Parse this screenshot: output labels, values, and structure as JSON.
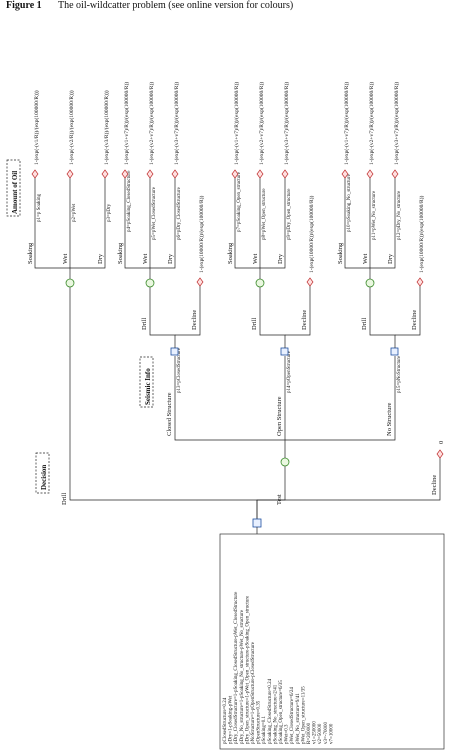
{
  "caption": {
    "label": "Figure 1",
    "text": "The oil-wildcatter problem (see online version for colours)"
  },
  "root_node": "decision",
  "tree_headers": {
    "decision": "Decision",
    "seismic": "Seismic Info",
    "amount": "Amount of Oil"
  },
  "decision_branches": {
    "drill": "Drill",
    "test": "Test",
    "decline": "Decline",
    "decline_payoff": "0"
  },
  "drill_branch": {
    "outcomes": [
      {
        "label": "Soaking",
        "prob": "p1=p Soaking",
        "payoff": "1-(exp(-(v1/R))/(exp(100000/R)))"
      },
      {
        "label": "Wet",
        "prob": "p2=pWet",
        "payoff": "1-(exp(-(v2/R))/(exp(100000/R)))"
      },
      {
        "label": "Dry",
        "prob": "p3=pDry",
        "payoff": "1-(exp(-(v3/R))/(exp(100000/R)))"
      }
    ]
  },
  "seismic_results": [
    {
      "label": "Closed Structure",
      "prob": "p13=pClosedStructure",
      "drill": "Drill",
      "decline": "Decline",
      "decline_payoff": "1-(exp(10000/R))/(exp(100000/R))",
      "outcomes": [
        {
          "label": "Soaking",
          "prob": "p4=pSoaking_ClosedStructure",
          "payoff": "1-(exp(-(v1+v7)/R))/(exp(100000/R))"
        },
        {
          "label": "Wet",
          "prob": "p5=pWet_ClosedStructure",
          "payoff": "1-(exp(-(v2+v7)/R))/(exp(100000/R))"
        },
        {
          "label": "Dry",
          "prob": "p6=pDry_ClosedStructure",
          "payoff": "1-(exp(-(v3+v7)/R))/(exp(100000/R))"
        }
      ]
    },
    {
      "label": "Open Structure",
      "prob": "p14=pOpenStructure",
      "drill": "Drill",
      "decline": "Decline",
      "decline_payoff": "1-(exp(10000/R))/(exp(100000/R))",
      "outcomes": [
        {
          "label": "Soaking",
          "prob": "p7=pSoaking_Open_structure",
          "payoff": "1-(exp(-(v1+v7)/R))/(exp(100000/R))"
        },
        {
          "label": "Wet",
          "prob": "p8=pWet_Open_structure",
          "payoff": "1-(exp(-(v2+v7)/R))/(exp(100000/R))"
        },
        {
          "label": "Dry",
          "prob": "p9=pDry_Open_structure",
          "payoff": "1-(exp(-(v3+v7)/R))/(exp(100000/R))"
        }
      ]
    },
    {
      "label": "No Structure",
      "prob": "p15=pNoStructure",
      "drill": "Drill",
      "decline": "Decline",
      "decline_payoff": "1-(exp(10000/R))/(exp(100000/R))",
      "outcomes": [
        {
          "label": "Soaking",
          "prob": "p10=pSoaking_No_structure",
          "payoff": "1-(exp(-(v1+v7)/R))/(exp(100000/R))"
        },
        {
          "label": "Wet",
          "prob": "p11=pWet_No_structure",
          "payoff": "1-(exp(-(v2+v7)/R))/(exp(100000/R))"
        },
        {
          "label": "Dry",
          "prob": "p12=pDry_No_structure",
          "payoff": "1-(exp(-(v3+v7)/R))/(exp(100000/R))"
        }
      ]
    }
  ],
  "definitions": [
    "pClosedStructure=0.24",
    "pDry=1-pSoaking-pWet",
    "pDry_ClosedStructure=1-pSoaking_ClosedStructure-pWet_ClosedStructure",
    "pDry_No_structure=1-pSoaking_No_structure-pWet_No_structure",
    "pDry_Open_structure=1-pWet_Open_structure-pSoaking_Open_structure",
    "pNoStructure=1-pOpenStructure-pClosedStructure",
    "pOpenStructure=0.35",
    "pSoaking=0.1",
    "pSoaking_ClosedStructure=0.24",
    "pSoaking_No_structure=2/41",
    "pSoaking_Open_structure=6/35",
    "pWet=0.3",
    "pWet_ClosedStructure=6/24",
    "pWet_No_structure=9/41",
    "pWet_Open_structure=11/35",
    "R=200000",
    "v1=250000",
    "v2=50000",
    "v3=-70000",
    "v7=10000"
  ]
}
